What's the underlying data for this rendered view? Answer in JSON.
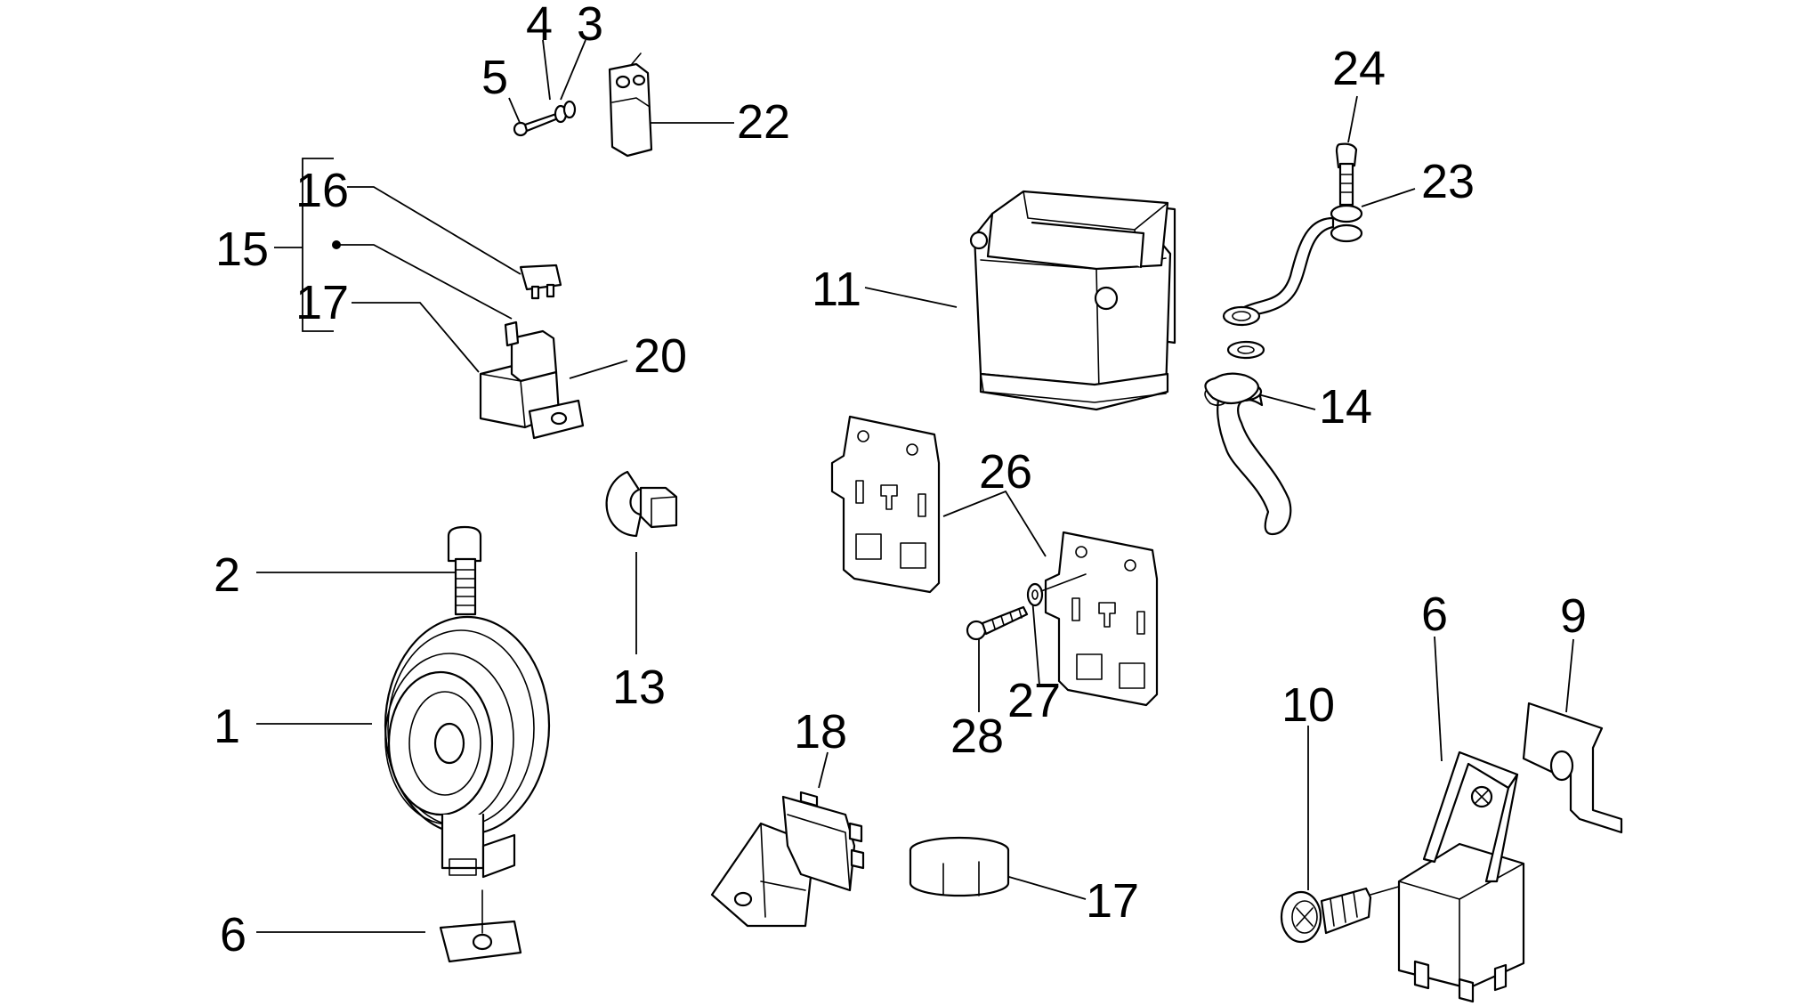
{
  "diagram": {
    "callouts": {
      "c1": "1",
      "c2": "2",
      "c3": "3",
      "c4": "4",
      "c5": "5",
      "c6a": "6",
      "c6b": "6",
      "c9": "9",
      "c10": "10",
      "c11": "11",
      "c13": "13",
      "c14": "14",
      "c15": "15",
      "c16": "16",
      "c17a": "17",
      "c17b": "17",
      "c18": "18",
      "c20": "20",
      "c22": "22",
      "c23": "23",
      "c24": "24",
      "c26": "26",
      "c27": "27",
      "c28": "28"
    },
    "parts": [
      "horn",
      "horn-bolt",
      "horn-mount-clip",
      "fuse-holder",
      "blade-fuse",
      "fuse-bracket",
      "battery",
      "battery-cable",
      "breather-tube",
      "tube-clamp",
      "battery-plates",
      "plate-screw",
      "plate-washer",
      "flasher-relay",
      "relay-mount",
      "grommet-clip",
      "hose-clip",
      "relay-bracket",
      "relay-unit",
      "rivet-screw"
    ]
  }
}
